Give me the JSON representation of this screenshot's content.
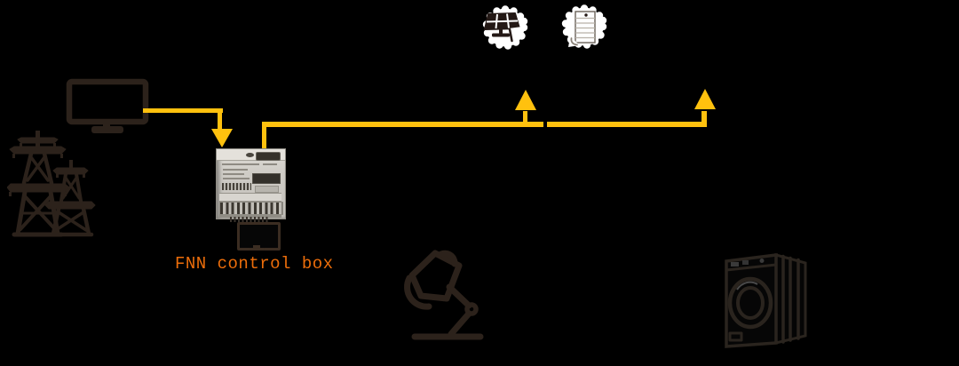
{
  "diagram": {
    "fnn_label": "FNN control box",
    "nodes": [
      {
        "id": "grid-monitor",
        "icon": "monitor-icon"
      },
      {
        "id": "transmission-towers",
        "icon": "power-pylons-icon"
      },
      {
        "id": "fnn-control-box",
        "icon": "din-rail-control-device",
        "label": "FNN control box"
      },
      {
        "id": "display-unit",
        "icon": "small-monitor-icon"
      },
      {
        "id": "solar-panel",
        "icon": "solar-panel-badge-icon"
      },
      {
        "id": "storage-cabinet",
        "icon": "storage-cabinet-badge-icon"
      },
      {
        "id": "desk-lamp",
        "icon": "desk-lamp-icon"
      },
      {
        "id": "washing-machine",
        "icon": "washing-machine-icon"
      }
    ],
    "connections": [
      {
        "from": "grid-monitor",
        "to": "fnn-control-box",
        "arrow": "down"
      },
      {
        "from": "fnn-control-box",
        "to": "upper-left-branch",
        "arrow": "up"
      },
      {
        "from": "fnn-control-box",
        "to": "upper-right-branch",
        "arrow": "up"
      }
    ],
    "colors": {
      "background": "#000000",
      "connector": "#FFC10E",
      "label": "#EC6D0A",
      "icon": "#2C221B",
      "icon_deep": "#231815",
      "washer": "#2A241E",
      "badge": "#FFFFFF",
      "badge_line": "#B9B2A9",
      "device_body": "#CFCCC6",
      "device_dark": "#36322B",
      "device_edge": "#8F8C84",
      "screen": "#060606"
    }
  }
}
